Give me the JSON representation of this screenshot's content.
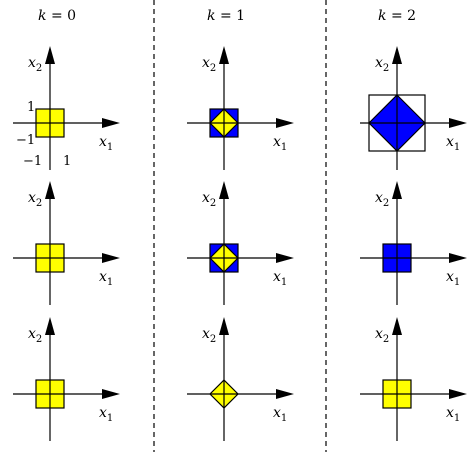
{
  "columns": [
    {
      "var": "k",
      "eq": "= 0"
    },
    {
      "var": "k",
      "eq": "= 1"
    },
    {
      "var": "k",
      "eq": "= 2"
    }
  ],
  "axis_labels": {
    "x_var": "x",
    "x_sub": "1",
    "y_var": "x",
    "y_sub": "2"
  },
  "ticks": {
    "pos_y": "1",
    "neg_x": "−1",
    "neg_y": "−1",
    "pos_x": "1"
  },
  "colors": {
    "yellow": "#ffff00",
    "blue": "#0000ff",
    "white": "#ffffff",
    "line": "#000000"
  },
  "panels": [
    {
      "row": 0,
      "col": 0,
      "shapes": [
        {
          "kind": "square",
          "fill": "yellow",
          "half": 1
        }
      ]
    },
    {
      "row": 0,
      "col": 1,
      "shapes": [
        {
          "kind": "square",
          "fill": "blue",
          "half": 1
        },
        {
          "kind": "diamond",
          "fill": "yellow",
          "half": 1
        }
      ]
    },
    {
      "row": 0,
      "col": 2,
      "shapes": [
        {
          "kind": "square",
          "fill": "white",
          "half": 2
        },
        {
          "kind": "diamond",
          "fill": "blue",
          "half": 2
        }
      ]
    },
    {
      "row": 1,
      "col": 0,
      "shapes": [
        {
          "kind": "square",
          "fill": "yellow",
          "half": 1
        }
      ]
    },
    {
      "row": 1,
      "col": 1,
      "shapes": [
        {
          "kind": "square",
          "fill": "blue",
          "half": 1
        },
        {
          "kind": "diamond",
          "fill": "yellow",
          "half": 1
        }
      ]
    },
    {
      "row": 1,
      "col": 2,
      "shapes": [
        {
          "kind": "square",
          "fill": "blue",
          "half": 1
        }
      ]
    },
    {
      "row": 2,
      "col": 0,
      "shapes": [
        {
          "kind": "square",
          "fill": "yellow",
          "half": 1
        }
      ]
    },
    {
      "row": 2,
      "col": 1,
      "shapes": [
        {
          "kind": "diamond",
          "fill": "yellow",
          "half": 1
        }
      ]
    },
    {
      "row": 2,
      "col": 2,
      "shapes": [
        {
          "kind": "square",
          "fill": "yellow",
          "half": 1
        }
      ]
    }
  ]
}
